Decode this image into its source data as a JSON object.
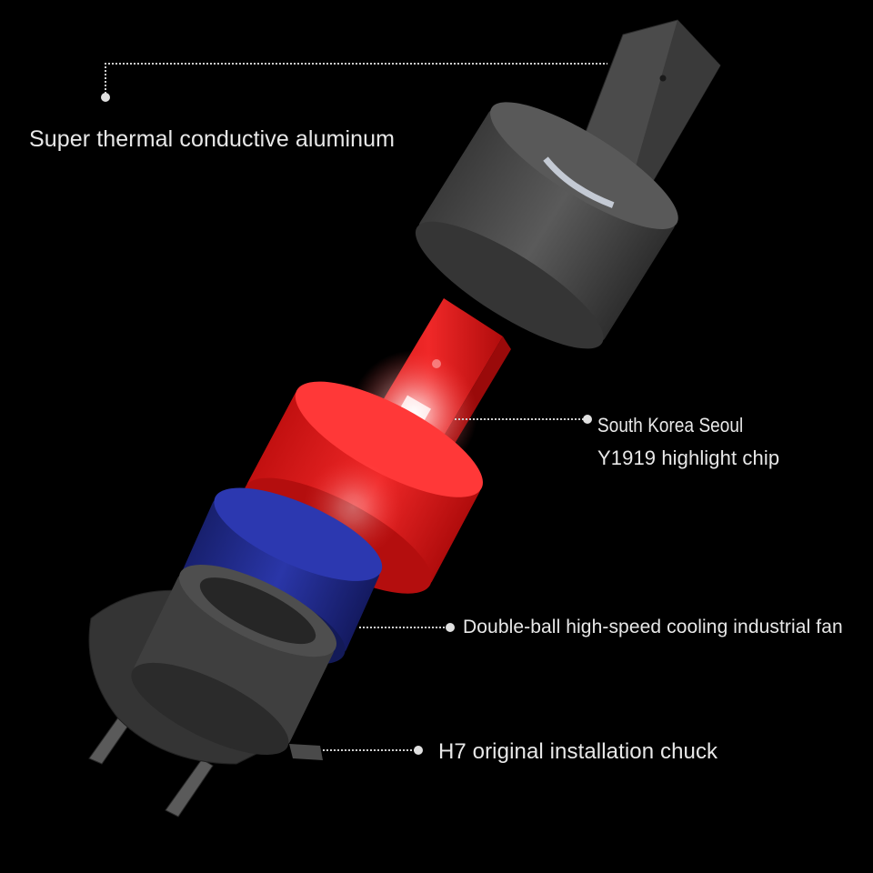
{
  "callouts": {
    "aluminum": "Super thermal conductive aluminum",
    "chip_line1": "South Korea Seoul",
    "chip_line2": "Y1919 highlight chip",
    "fan": "Double-ball high-speed cooling industrial fan",
    "chuck": "H7 original installation chuck"
  },
  "colors": {
    "background": "#000000",
    "aluminum_gray": "#4a4a4a",
    "chip_board_red": "#e41a1a",
    "fan_blue": "#1f2a8f",
    "chuck_gray": "#3e3e3e",
    "label_text": "#e8e8e8",
    "leader_line": "#cfcfcf"
  }
}
